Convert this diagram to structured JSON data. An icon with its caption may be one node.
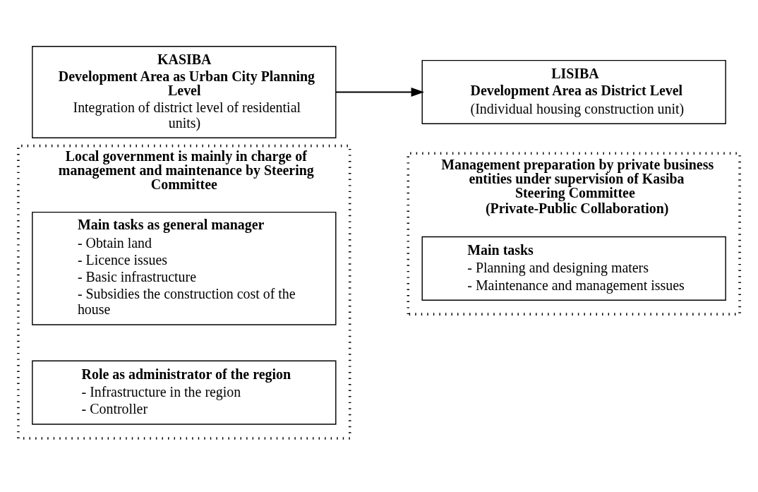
{
  "diagram": {
    "nodes": [
      {
        "text": [
          "KASIBA",
          "Development Area as Urban City Planning Level",
          "Integration of district level of residential units)"
        ]
      },
      {
        "text": [
          "LISIBA",
          "Development Area as District Level",
          "(Individual housing construction unit)"
        ]
      },
      {
        "text": [
          "Local government is mainly in charge of management and maintenance by Steering Committee"
        ]
      },
      {
        "text": [
          "Main tasks as general manager",
          "- Obtain land",
          "- Licence issues",
          "- Basic infrastructure",
          "- Subsidies the construction cost of the house"
        ],
        "in": 2
      },
      {
        "text": [
          "Role as administrator of the region",
          "- Infrastructure in the region",
          "- Controller"
        ],
        "in": 2
      },
      {
        "text": [
          "Management preparation by private business entities under supervision of Kasiba Steering Committee",
          "(Private-Public Collaboration)"
        ]
      },
      {
        "text": [
          "Main tasks",
          "- Planning and designing maters",
          "- Maintenance and management issues"
        ],
        "in": 5
      }
    ],
    "edges": [
      {
        "from": 0,
        "to": 1,
        "arrow": "to"
      }
    ]
  }
}
